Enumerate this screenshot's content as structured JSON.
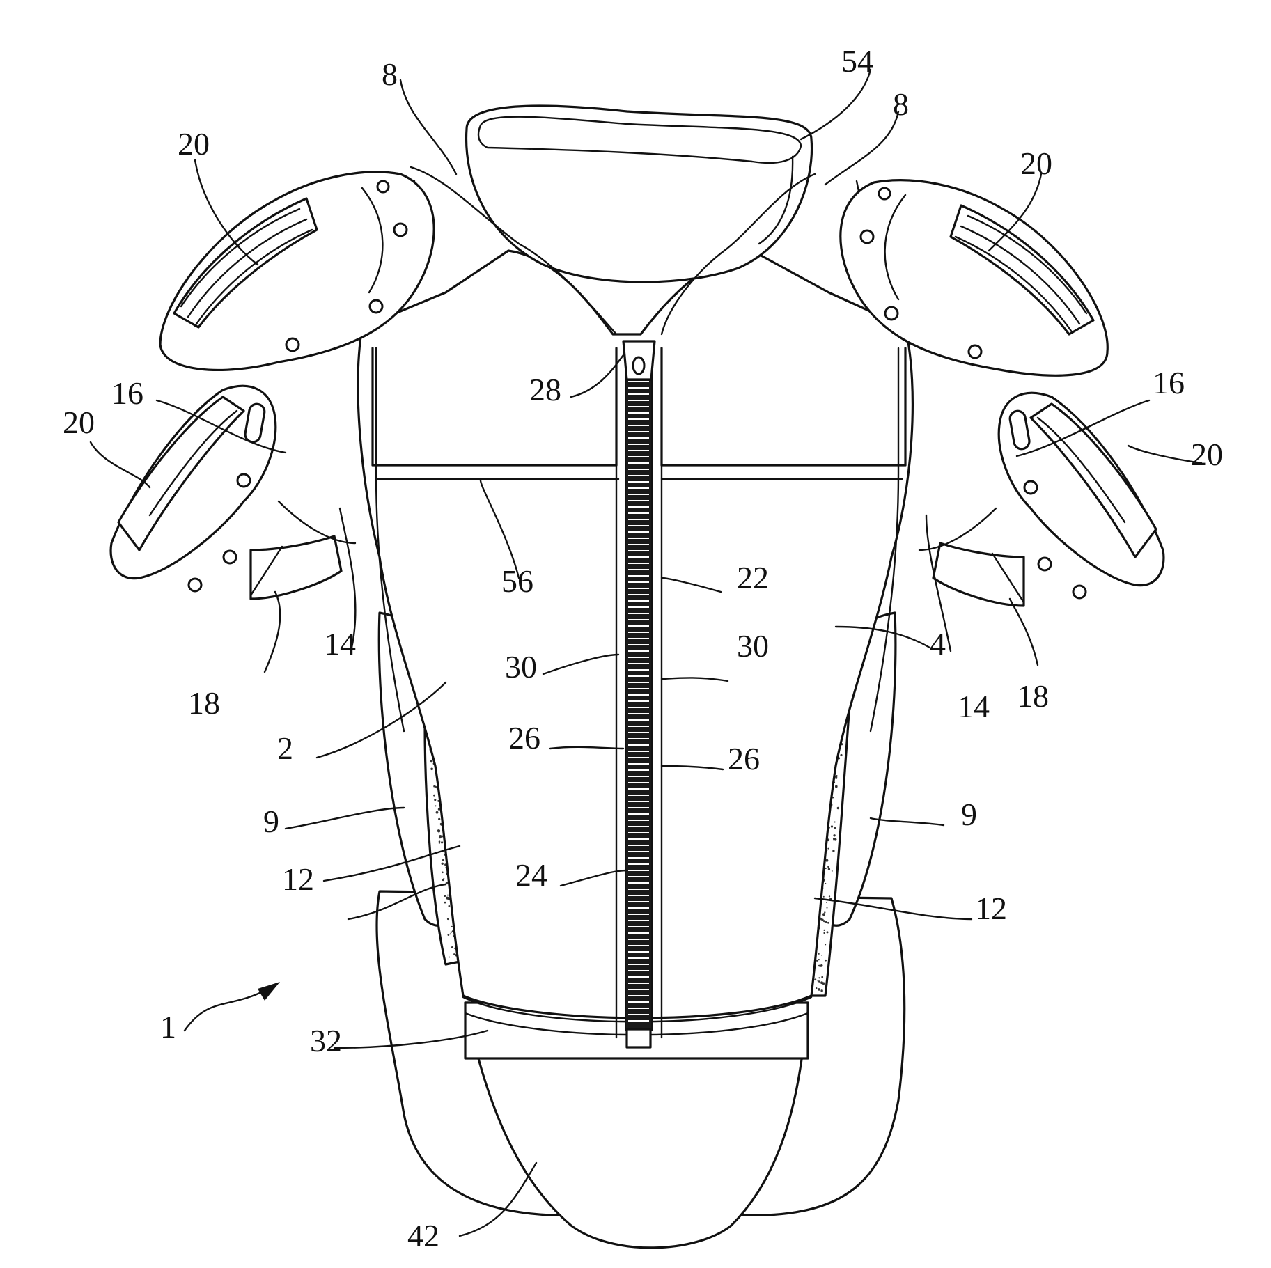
{
  "figure": {
    "reference_numerals": {
      "n1": "1",
      "n2": "2",
      "n4": "4",
      "n8_left": "8",
      "n8_right": "8",
      "n9_left": "9",
      "n9_right": "9",
      "n12_left": "12",
      "n12_right": "12",
      "n14_left": "14",
      "n14_right": "14",
      "n16_left": "16",
      "n16_right": "16",
      "n18_left": "18",
      "n18_right": "18",
      "n20_upper_left": "20",
      "n20_lower_left": "20",
      "n20_upper_right": "20",
      "n20_lower_right": "20",
      "n22": "22",
      "n24": "24",
      "n26_left": "26",
      "n26_right": "26",
      "n28": "28",
      "n30_left": "30",
      "n30_right": "30",
      "n32": "32",
      "n42": "42",
      "n54": "54",
      "n56": "56"
    }
  }
}
